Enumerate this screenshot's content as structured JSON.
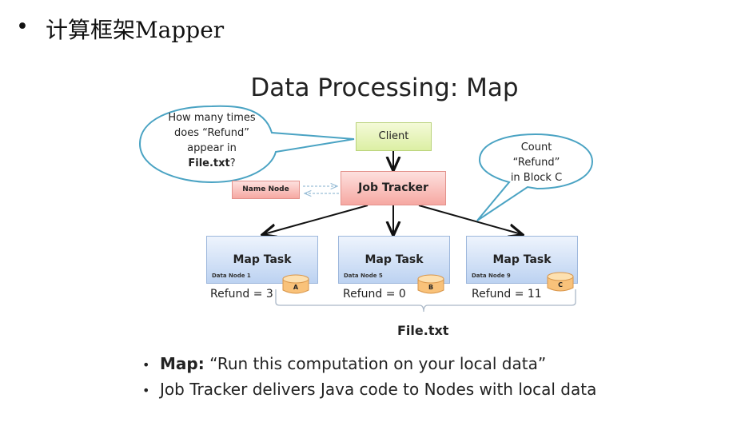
{
  "header": {
    "bullet": "•",
    "title": "计算框架Mapper"
  },
  "slide": {
    "title": "Data Processing: Map",
    "nodes": {
      "client": "Client",
      "job_tracker": "Job Tracker",
      "name_node": "Name Node"
    },
    "map_tasks": [
      {
        "label": "Map Task",
        "data_node": "Data Node 1",
        "block": "A",
        "result": "Refund = 3"
      },
      {
        "label": "Map Task",
        "data_node": "Data Node 5",
        "block": "B",
        "result": "Refund = 0"
      },
      {
        "label": "Map Task",
        "data_node": "Data Node 9",
        "block": "C",
        "result": "Refund = 11"
      }
    ],
    "file_label": "File.txt",
    "callout_left": {
      "lines": [
        "How many times",
        "does “Refund”",
        "appear in"
      ],
      "bold_line": "File.txt",
      "suffix": "?"
    },
    "callout_right": {
      "lines": [
        "Count",
        "“Refund”",
        "in Block C"
      ]
    },
    "bullets": [
      {
        "bold": "Map:",
        "text": " “Run this computation on your local data”"
      },
      {
        "bold": "",
        "text": "Job Tracker delivers Java code to Nodes with local data"
      }
    ],
    "colors": {
      "callout_stroke": "#4aa3c3",
      "arrow": "#111111",
      "dashed_arrow": "#9bbfd8",
      "client_fill": "#e4f2b4",
      "tracker_fill": "#f8b8b2",
      "task_fill": "#cddcf4",
      "cylinder_fill": "#f9c27a"
    }
  }
}
